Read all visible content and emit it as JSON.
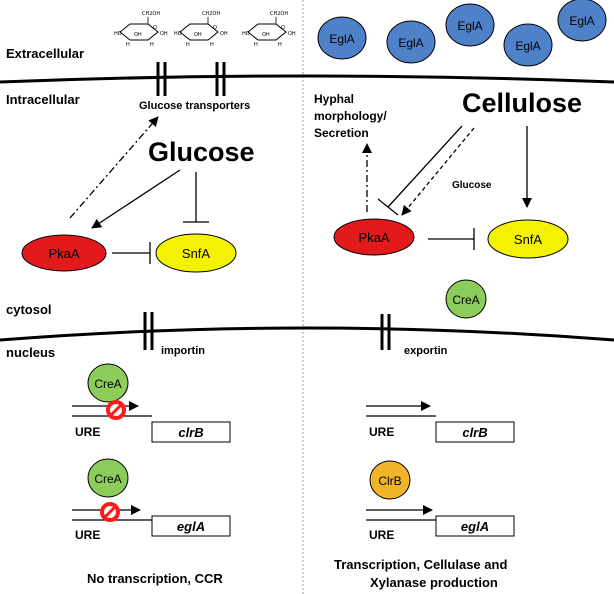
{
  "colors": {
    "egla": "#4f81c9",
    "pkaa": "#e31a1c",
    "snfa": "#f5f200",
    "crea": "#8ccc5a",
    "clrb": "#f0b429",
    "block": "#ff1a1a"
  },
  "compartments": {
    "extracellular": "Extracellular",
    "intracellular": "Intracellular",
    "cytosol": "cytosol",
    "nucleus": "nucleus"
  },
  "membrane": {
    "glucose_transporters": "Glucose transporters",
    "importin": "importin",
    "exportin": "exportin"
  },
  "chemistry": {
    "ch2oh": "CH2OH",
    "oh": "OH",
    "ho": "HO",
    "h": "H",
    "o": "O"
  },
  "left": {
    "signal": "Glucose",
    "pkaa": "PkaA",
    "snfa": "SnfA",
    "crea_top": "CreA",
    "crea_bottom": "CreA",
    "ure_top": "URE",
    "ure_bottom": "URE",
    "gene_top": "clrB",
    "gene_bottom": "eglA",
    "outcome": "No transcription, CCR"
  },
  "right": {
    "egla": [
      "EglA",
      "EglA",
      "EglA",
      "EglA",
      "EglA"
    ],
    "signal": "Cellulose",
    "hyphal": [
      "Hyphal",
      "morphology/",
      "Secretion"
    ],
    "glucose_small": "Glucose",
    "pkaa": "PkaA",
    "snfa": "SnfA",
    "crea": "CreA",
    "clrb": "ClrB",
    "ure_top": "URE",
    "ure_bottom": "URE",
    "gene_top": "clrB",
    "gene_bottom": "eglA",
    "outcome": [
      "Transcription, Cellulase and",
      "Xylanase production"
    ]
  }
}
